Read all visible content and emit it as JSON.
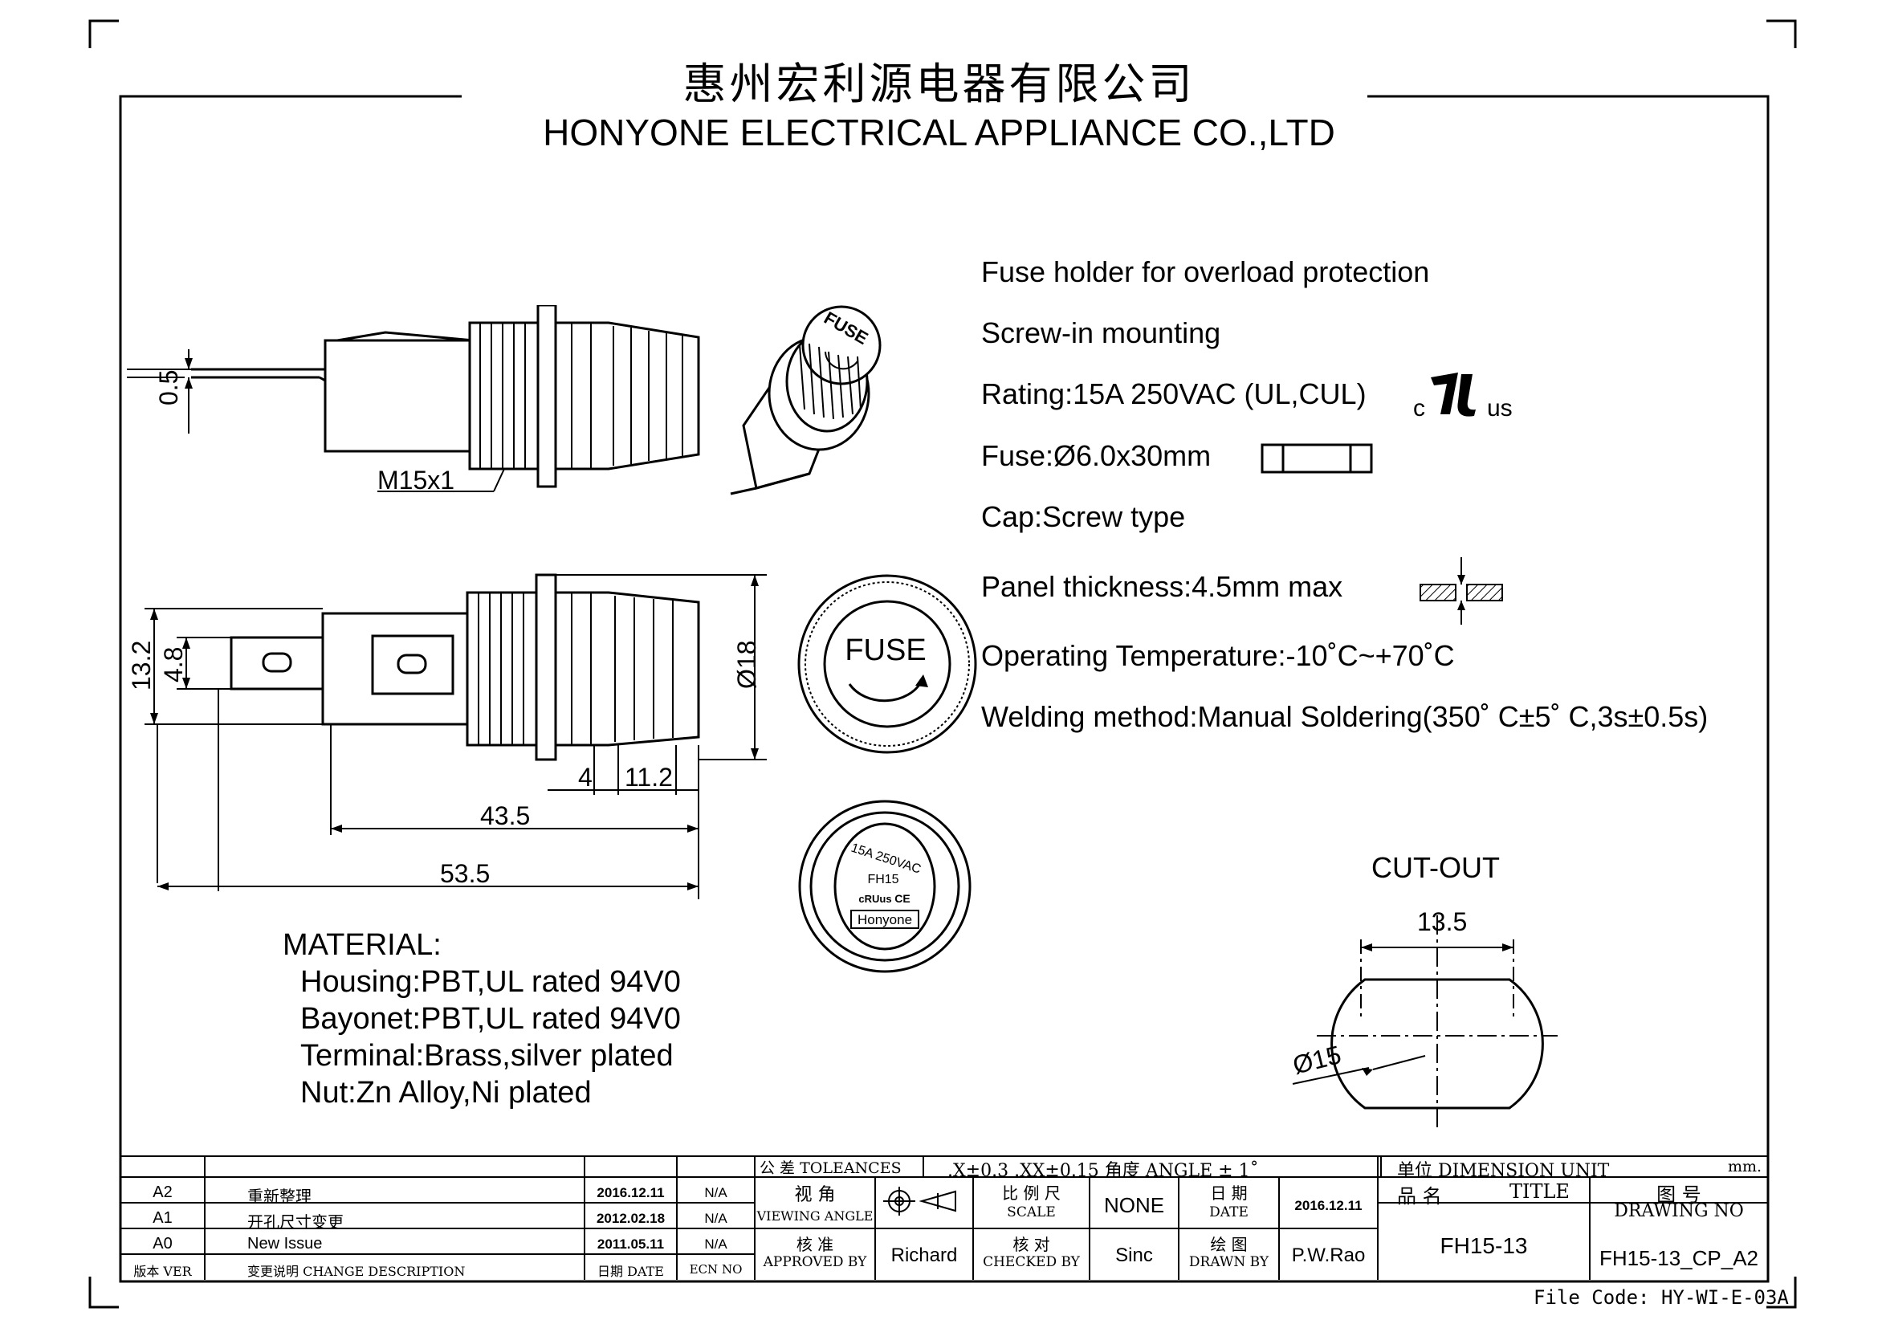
{
  "header": {
    "company_cn": "惠州宏利源电器有限公司",
    "company_en": "HONYONE ELECTRICAL APPLIANCE  CO.,LTD"
  },
  "specs": {
    "line1": "Fuse holder for overload protection",
    "line2": "Screw-in mounting",
    "line3": "Rating:15A 250VAC (UL,CUL)",
    "ul_c": "c",
    "ul_us": "us",
    "line4": "Fuse:Ø6.0x30mm",
    "line5": "Cap:Screw type",
    "line6": "Panel thickness:4.5mm max",
    "line7": "Operating Temperature:-10˚C~+70˚C",
    "line8": "Welding method:Manual Soldering(350˚ C±5˚ C,3s±0.5s)"
  },
  "material": {
    "heading": "MATERIAL:",
    "housing": "Housing:PBT,UL rated 94V0",
    "bayonet": "Bayonet:PBT,UL rated 94V0",
    "terminal": "Terminal:Brass,silver  plated",
    "nut": "Nut:Zn Alloy,Ni plated"
  },
  "dimensions": {
    "thread": "M15x1",
    "terminal_thickness": "0.5",
    "height_total": "13.2",
    "height_terminal": "4.8",
    "diameter_cap": "Ø18",
    "panel_gap": "4",
    "cap_length": "11.2",
    "body_length": "43.5",
    "overall_length": "53.5"
  },
  "cap_views": {
    "top_label": "FUSE",
    "cap_label": "FUSE",
    "rating_text": "15A 250VAC",
    "model_text": "FH15",
    "brand_text": "Honyone"
  },
  "cutout": {
    "title": "CUT-OUT",
    "width": "13.5",
    "diameter": "Ø15"
  },
  "title_block": {
    "tolerances_label": "公  差  TOLEANCES",
    "tolerances_value": ".X±0.3  .XX±0.15  角度 ANGLE  ± 1˚",
    "unit_label": "单位   DIMENSION UNIT",
    "unit_value": "mm.",
    "viewing_angle_cn": "视  角",
    "viewing_angle_en": "VIEWING ANGLE",
    "scale_cn": "比 例 尺",
    "scale_en": "SCALE",
    "scale_value": "NONE",
    "date_cn": "日  期",
    "date_en": "DATE",
    "date_value": "2016.12.11",
    "title_cn": "品  名",
    "title_en": "TITLE",
    "title_value": "FH15-13",
    "drawing_no_cn": "图  号",
    "drawing_no_en": "DRAWING NO",
    "drawing_no_value": "FH15-13_CP_A2",
    "approved_cn": "核  准",
    "approved_en": "APPROVED BY",
    "approved_value": "Richard",
    "checked_cn": "核  对",
    "checked_en": "CHECKED BY",
    "checked_value": "Sinc",
    "drawn_cn": "绘  图",
    "drawn_en": "DRAWN BY",
    "drawn_value": "P.W.Rao",
    "col_ver": "版本 VER",
    "col_desc": "变更说明  CHANGE DESCRIPTION",
    "col_date": "日期 DATE",
    "col_ecn": "ECN NO",
    "revisions": [
      {
        "ver": "A2",
        "desc": "重新整理",
        "date": "2016.12.11",
        "ecn": "N/A"
      },
      {
        "ver": "A1",
        "desc": "开孔尺寸变更",
        "date": "2012.02.18",
        "ecn": "N/A"
      },
      {
        "ver": "A0",
        "desc": "New Issue",
        "date": "2011.05.11",
        "ecn": "N/A"
      }
    ]
  },
  "file_code": "File Code: HY-WI-E-03A"
}
